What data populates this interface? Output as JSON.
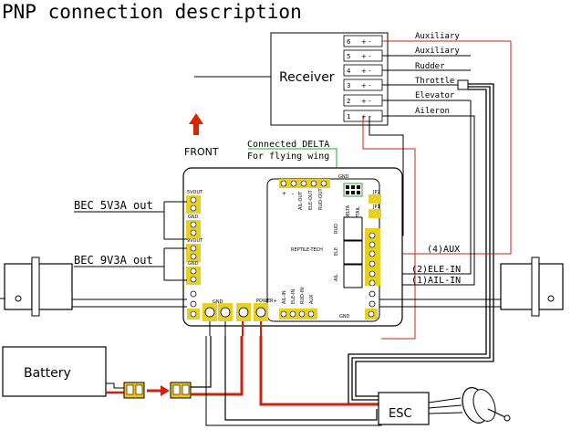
{
  "title": "PNP connection description",
  "receiver": {
    "label": "Receiver",
    "channels": [
      {
        "num": "6",
        "signs": "+ -"
      },
      {
        "num": "5",
        "signs": "+ -"
      },
      {
        "num": "4",
        "signs": "+ -"
      },
      {
        "num": "3",
        "signs": "+ -"
      },
      {
        "num": "2",
        "signs": "+ -"
      },
      {
        "num": "1",
        "signs": "+ -"
      }
    ],
    "channel_labels": [
      "Auxiliary",
      "Auxiliary",
      "Rudder",
      "Throttle",
      "Elevator",
      "Aileron"
    ]
  },
  "front_label": "FRONT",
  "delta_note": [
    "Connected DELTA",
    "For flying wing"
  ],
  "bec_5v": "BEC 5V3A out",
  "bec_9v": "BEC 9V3A out",
  "battery": "Battery",
  "esc": "ESC",
  "board": {
    "labels": {
      "v5out": "5VOUT",
      "gnd1": "GND",
      "v9out": "9VOUT",
      "gnd2": "GND",
      "gnd_bottom": "GND",
      "power": "POWER+",
      "gnd_top": "GND",
      "gnd_bottom_right": "GND",
      "jp2": "JP2",
      "jp1": "JP1",
      "delta": "DELTA",
      "vtail": "VTAIL",
      "reptile": "REPTILE-TECH",
      "rud": "RUD",
      "ele": "ELE",
      "ail": "AIL",
      "out_labels": [
        "AIL-OUT",
        "ELE-OUT",
        "RUD-OUT"
      ],
      "in_labels": [
        "AIL-IN",
        "ELE-IN",
        "RUD-IN",
        "AUX"
      ],
      "plus": "+",
      "minus": "-"
    }
  },
  "inputs": [
    {
      "label": "(4)AUX"
    },
    {
      "label": "(2)ELE-IN"
    },
    {
      "label": "(1)AIL-IN"
    }
  ],
  "colors": {
    "red": "#cc2211",
    "black": "#000000",
    "board_yellow": "#e8d020",
    "green": "#22aa22",
    "front_arrow": "#dd2200",
    "connector_yellow": "#f2c418"
  }
}
